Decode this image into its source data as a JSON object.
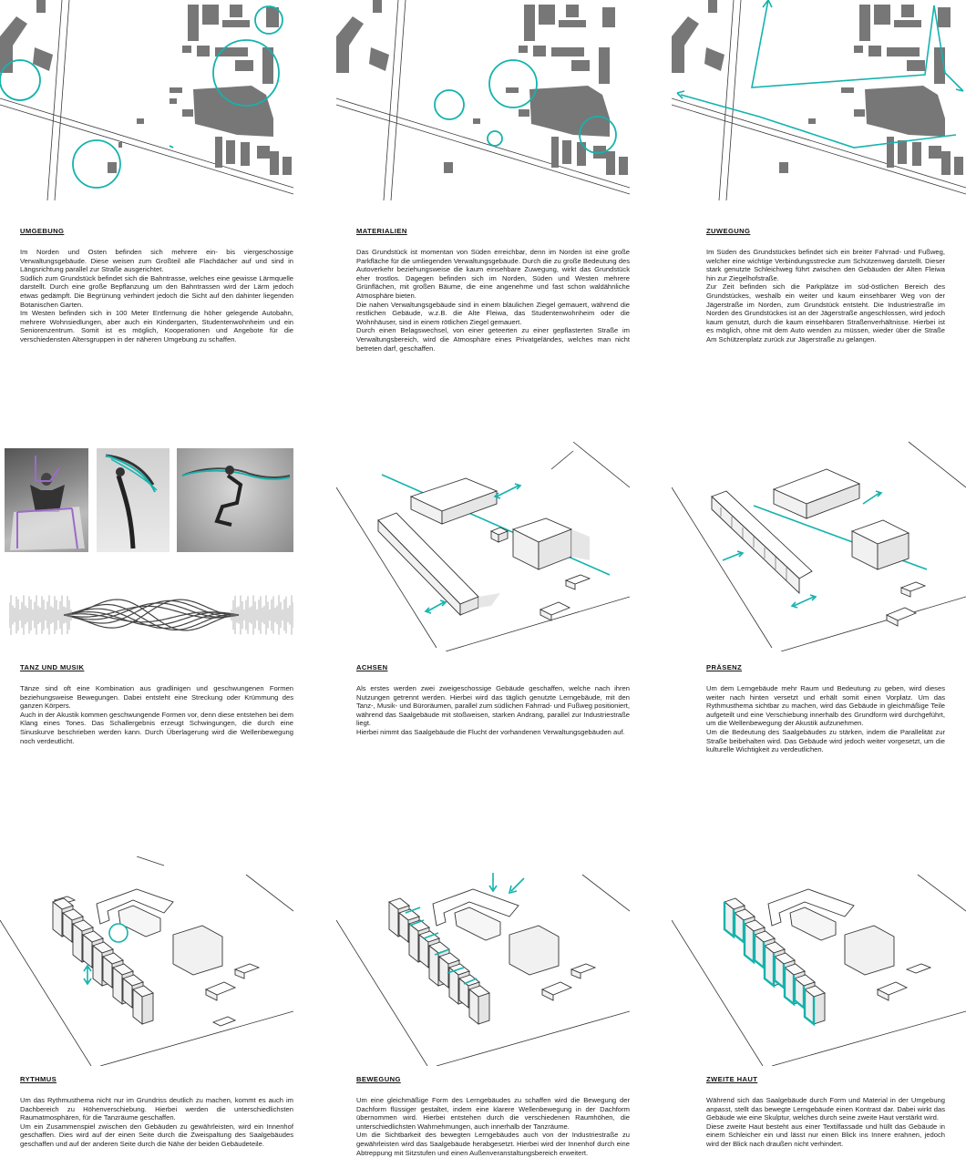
{
  "colors": {
    "accent": "#14b3ad",
    "building": "#777777",
    "line": "#3a3a3a",
    "purple": "#9b6bc9"
  },
  "sections": [
    {
      "title": "UMGEBUNG",
      "text": "Im Norden und Osten befinden sich mehrere ein- bis viergeschossige Verwaltungsgebäude. Diese weisen zum Großteil alle Flachdächer auf und sind in Längsrichtung parallel zur Straße ausgerichtet.\nSüdlich zum Grundstück befindet sich die Bahntrasse, welches eine gewisse Lärmquelle darstellt. Durch eine große Bepflanzung um den Bahntrassen wird der Lärm jedoch etwas gedämpft. Die Begrünung verhindert jedoch die Sicht auf den dahinter liegenden Botanischen Garten.\nIm Westen befinden sich in 100 Meter Entfernung die höher gelegende Autobahn, mehrere Wohnsiedlungen, aber auch ein Kindergarten, Studentenwohnheim und ein Seniorenzentrum. Somit ist es möglich, Kooperationen und Angebote für die verschiedensten Altersgruppen in der näheren Umgebung zu schaffen."
    },
    {
      "title": "MATERIALIEN",
      "text": "Das Grundstück ist momentan von Süden erreichbar, denn im Norden ist eine große Parkfläche für die umliegenden Verwaltungsgebäude. Durch die zu große Bedeutung des Autoverkehr beziehungsweise die kaum einsehbare Zuwegung, wirkt das Grundstück eher trostlos. Dagegen befinden sich im Norden, Süden und Westen mehrere Grünflächen, mit großen Bäume, die eine angenehme und fast schon waldähnliche Atmosphäre bieten.\nDie nahen Verwaltungsgebäude sind in einem bläulichen Ziegel gemauert, während die restlichen Gebäude, w.z.B. die Alte Fleiwa, das Studentenwohnheim oder die Wohnhäuser, sind in einem rötlichen Ziegel gemauert.\nDurch einen Belagswechsel, von einer geteerten zu einer gepflasterten Straße im Verwaltungsbereich, wird die Atmosphäre eines Privatgeländes, welches man nicht betreten darf, geschaffen."
    },
    {
      "title": "ZUWEGUNG",
      "text": "Im Süden des Grundstückes befindet sich ein breiter Fahrrad- und Fußweg, welcher eine wichtige Verbindungsstrecke zum Schützenweg darstellt. Dieser stark genutzte Schleichweg führt zwischen den Gebäuden der Alten Fleiwa hin zur Ziegelhofstraße.\nZur Zeit befinden sich die Parkplätze im süd-östlichen Bereich des Grundstückes, weshalb ein weiter und kaum einsehbarer Weg von der Jägerstraße im Norden, zum Grundstück entsteht. Die Industriestraße im Norden des Grundstückes ist an der Jägerstraße angeschlossen, wird jedoch kaum genutzt, durch die kaum einsehbaren Straßenverhältnisse. Hierbei ist es möglich, ohne mit dem Auto wenden zu müssen, wieder über die Straße Am Schützenplatz zurück zur Jägerstraße zu gelangen."
    },
    {
      "title": "TANZ UND MUSIK",
      "text": "Tänze sind oft eine Kombination aus gradlinigen und geschwungenen Formen beziehungsweise Bewegungen. Dabei entsteht eine Streckung oder Krümmung des ganzen Körpers.\nAuch in der Akustik kommen geschwungende Formen vor, denn diese entstehen bei dem Klang eines Tones. Das Schallergebnis erzeugt Schwingungen, die durch eine Sinuskurve beschrieben werden kann. Durch Überlagerung wird die Wellenbewegung noch verdeutlicht."
    },
    {
      "title": "ACHSEN",
      "text": "Als erstes werden zwei zweigeschossige Gebäude geschaffen, welche nach ihren Nutzungen getrennt werden. Hierbei wird das täglich genutzte Lerngebäude, mit den Tanz-, Musik- und Büroräumen, parallel zum südlichen Fahrrad- und Fußweg positioniert, während das Saalgebäude mit stoßweisen, starken Andrang, parallel zur Industriestraße liegt.\nHierbei nimmt das Saalgebäude die Flucht der vorhandenen Verwaltungsgebäuden auf."
    },
    {
      "title": "PRÄSENZ",
      "text": "Um dem Lerngebäude mehr Raum und Bedeutung zu geben, wird dieses weiter nach hinten versetzt und erhält somit einen Vorplatz. Um das Rythmusthema sichtbar zu machen, wird das Gebäude in gleichmäßige Teile aufgeteilt und eine Verschiebung innerhalb des Grundform wird durchgeführt, um die Wellenbewegung der Akustik aufzunehmen.\nUm die Bedeutung des Saalgebäudes zu stärken, indem die Parallelität zur Straße beibehalten wird. Das Gebäude wird jedoch weiter vorgesetzt, um die kulturelle Wichtigkeit zu verdeutlichen."
    },
    {
      "title": "RYTHMUS",
      "text": "Um das Rythmusthema nicht nur im Grundriss deutlich zu machen, kommt es auch im Dachbereich zu Höhenverschiebung. Hierbei werden die unterschiedlichsten Raumatmosphären, für die Tanzräume geschaffen.\nUm ein Zusammenspiel zwischen den Gebäuden zu gewährleisten, wird ein Innenhof geschaffen. Dies wird auf der einen Seite durch die Zweispaltung des Saalgebäudes geschaffen und auf der anderen Seite durch die Nähe der beiden Gebäudeteile."
    },
    {
      "title": "BEWEGUNG",
      "text": "Um eine gleichmäßige Form des Lerngebäudes zu schaffen wird die Bewegung der Dachform flüssiger gestaltet, indem eine klarere Wellenbewegung in der Dachform übernommen wird. Hierbei entstehen durch die verschiedenen Raumhöhen, die unterschiedlichsten Wahrnehmungen, auch innerhalb der Tanzräume.\nUm die Sichtbarkeit des bewegten Lerngebäudes auch von der Industriestraße zu gewährleisten wird das Saalgebäude herabgesetzt. Hierbei wird der Innenhof durch eine Abtreppung mit Sitzstufen und einen Außenveranstaltungsbereich erweitert."
    },
    {
      "title": "ZWEITE HAUT",
      "text": "Während sich das Saalgebäude durch Form und Material in der Umgebung anpasst, stellt das bewegte Lerngebäude einen Kontrast dar. Dabei wirkt das Gebäude wie eine Skulptur, welches durch seine zweite Haut verstärkt wird.\nDiese zweite Haut besteht aus einer Textilfassade und hüllt das Gebäude in einem Schleicher ein und lässt nur einen Blick ins Innere erahnen, jedoch wird der Blick nach draußen nicht verhindert."
    }
  ]
}
